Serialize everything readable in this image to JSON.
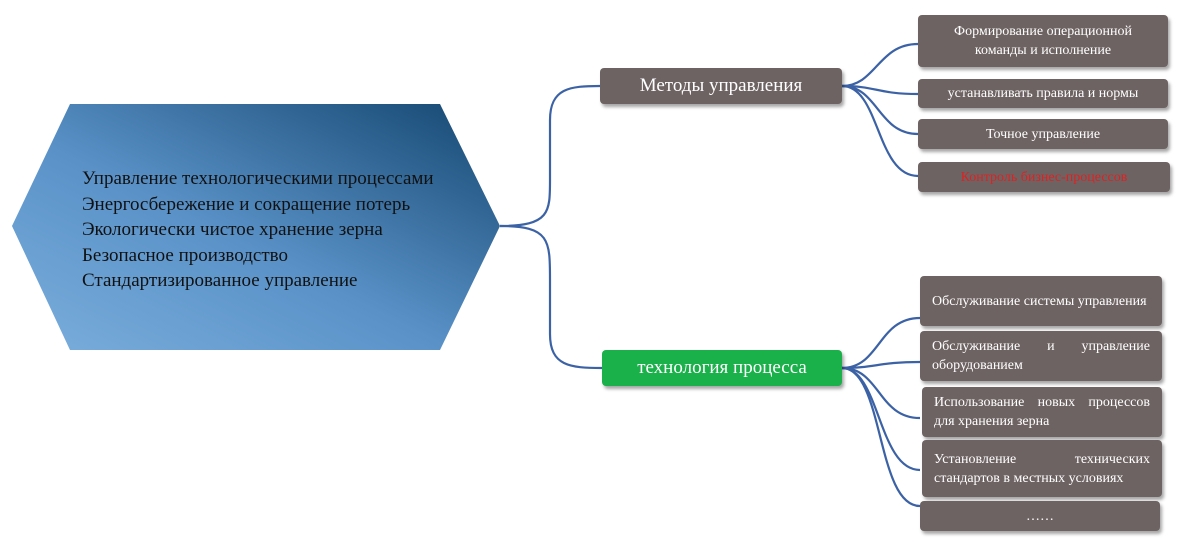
{
  "hexagon": {
    "lines": [
      "Управление технологическими процессами",
      "Энергосбережение и сокращение потерь",
      "Экологически чистое хранение зерна",
      "Безопасное производство",
      "Стандартизированное управление"
    ]
  },
  "branches": {
    "methods": {
      "label": "Методы управления",
      "children": [
        "Формирование операционной команды и исполнение",
        "устанавливать правила и нормы",
        "Точное управление",
        "Контроль бизнес-процессов"
      ]
    },
    "technology": {
      "label": "технология процесса",
      "children": [
        "Обслуживание системы управления",
        "Обслуживание и управление оборудованием",
        "Использование новых процессов для хранения зерна",
        "Установление технических стандартов в местных условиях",
        "……"
      ]
    }
  },
  "colors": {
    "hex_light": "#6ea0d2",
    "hex_dark": "#1a4f7c",
    "node_gray": "#6e6363",
    "node_green": "#1ab04a",
    "connector": "#3c62a6",
    "highlight_text": "#e02020"
  }
}
